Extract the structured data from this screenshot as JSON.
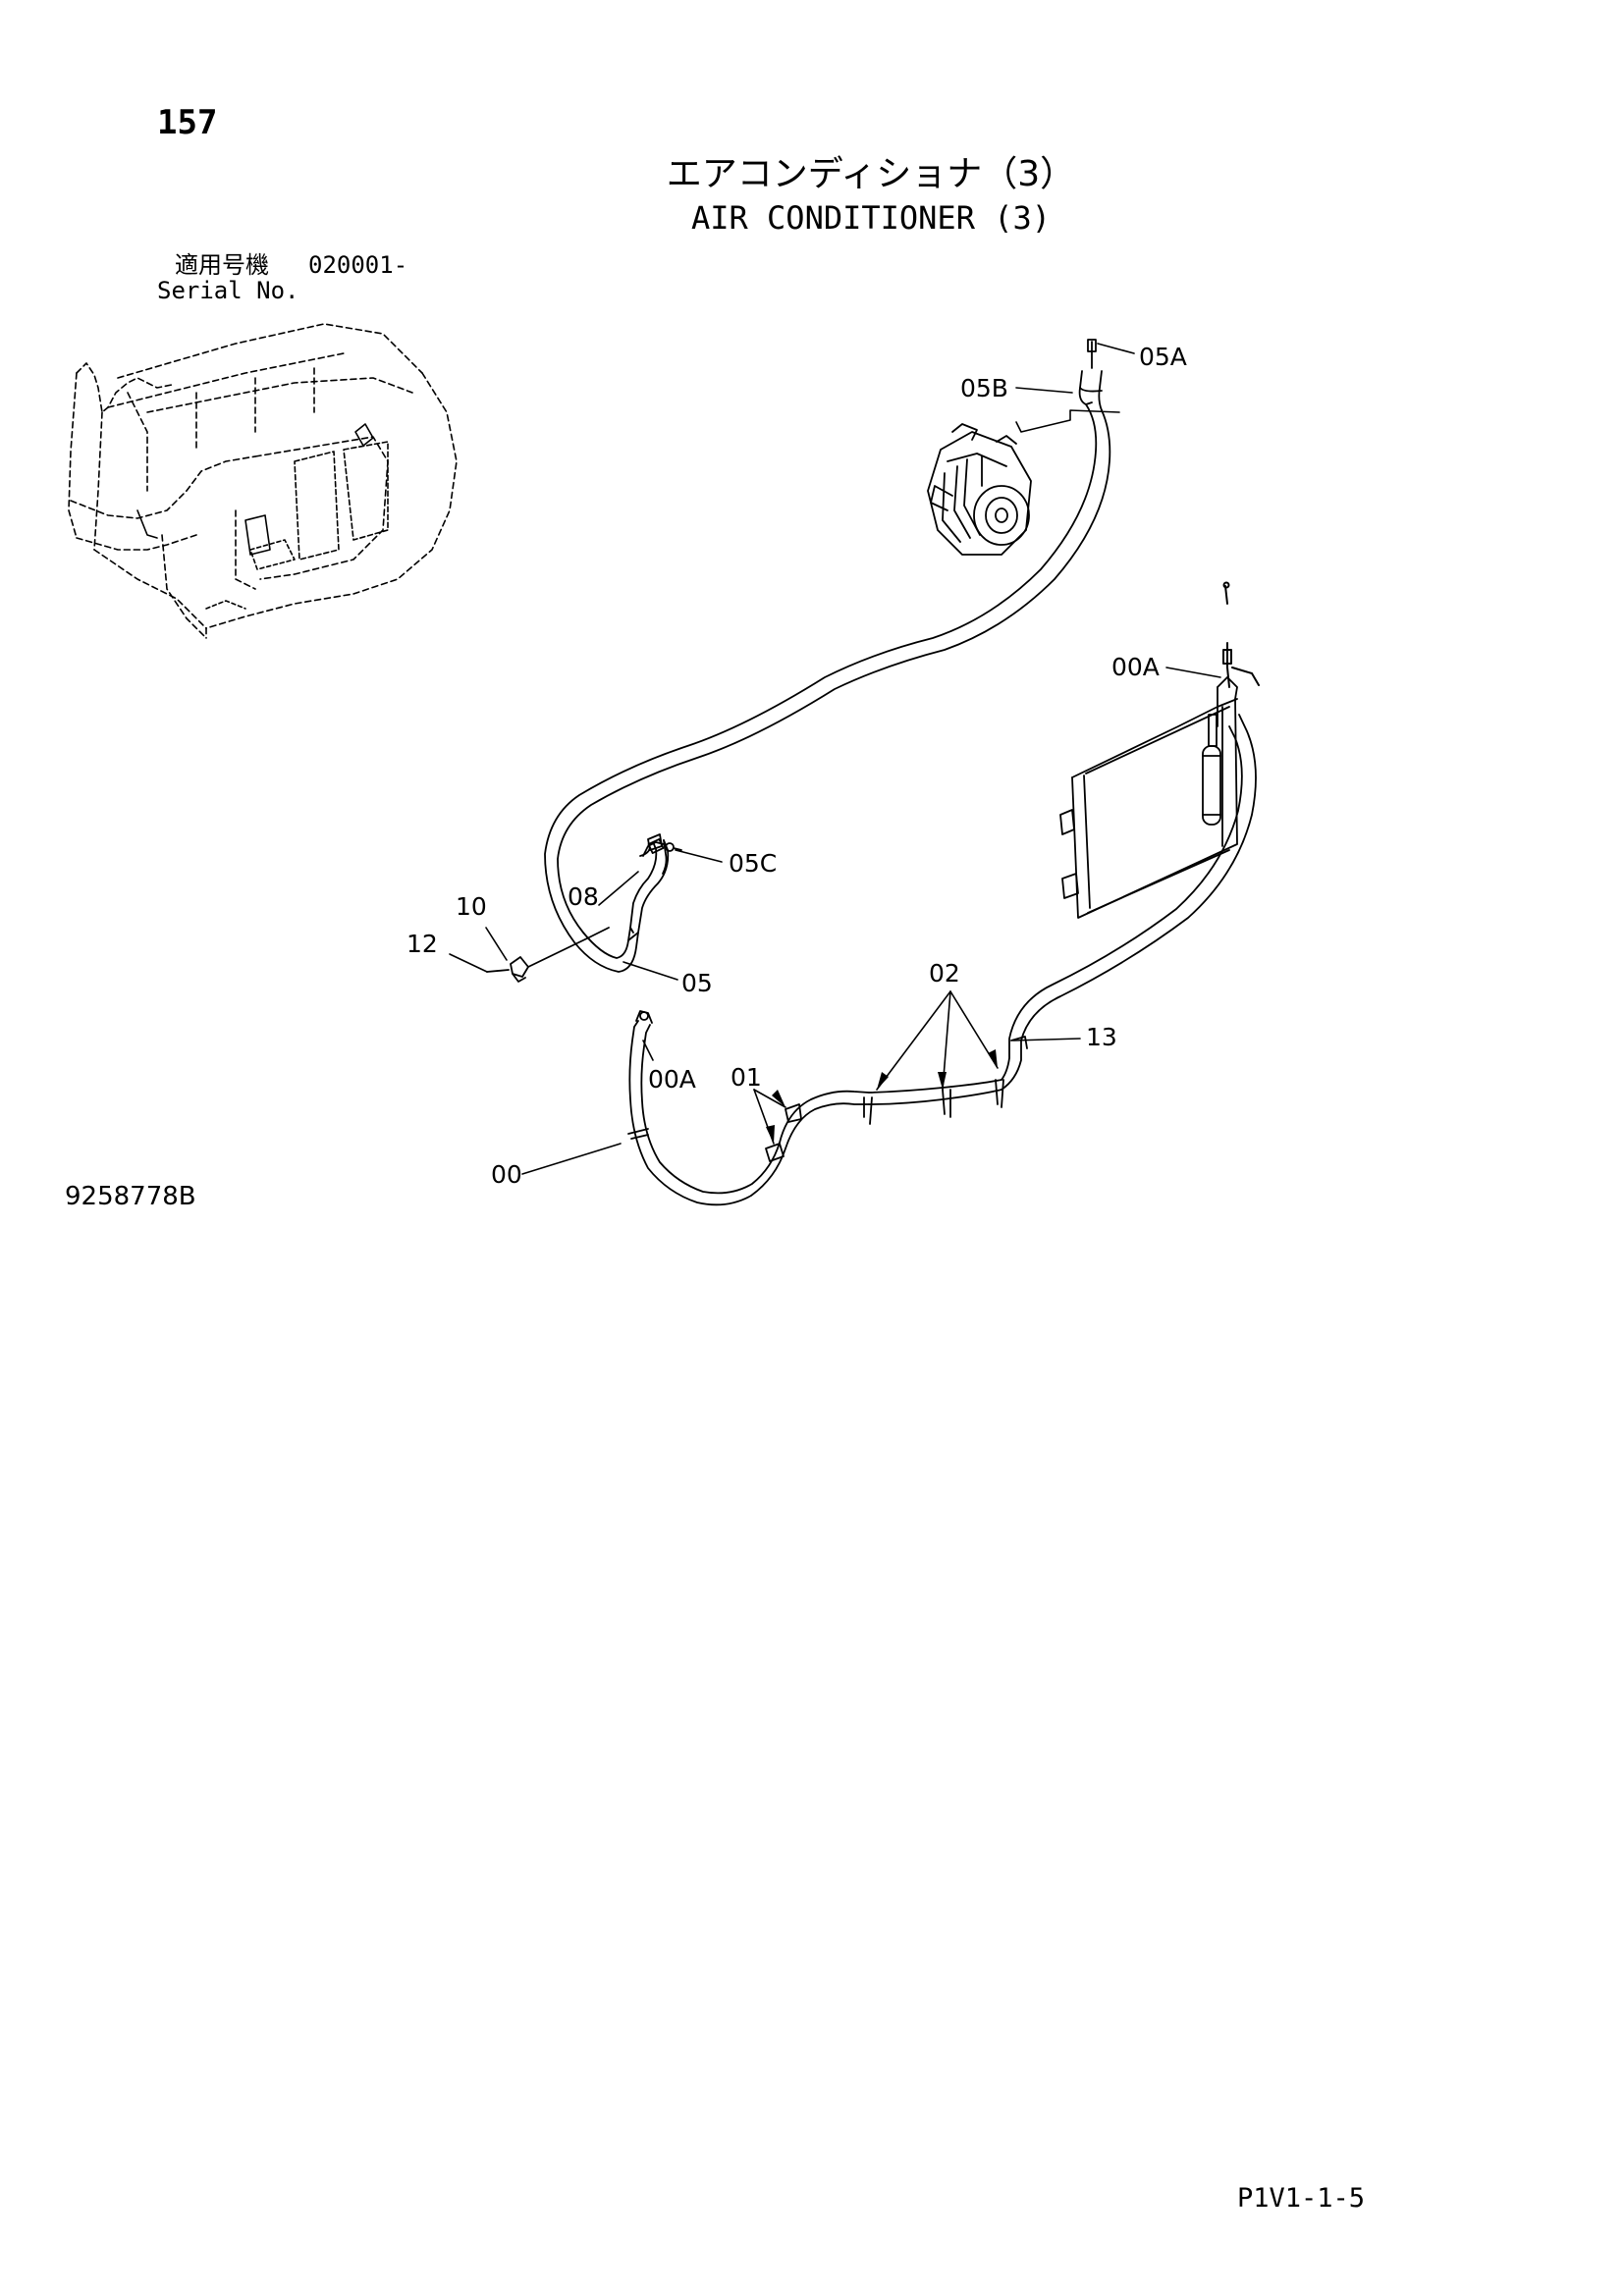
{
  "header": {
    "page_number": "157",
    "title_jp": "エアコンディショナ（3）",
    "title_en": "AIR CONDITIONER (3)",
    "serial_label_jp": "適用号機",
    "serial_range": "020001-",
    "serial_label_en": "Serial No."
  },
  "callouts": {
    "c05A": "05A",
    "c05B": "05B",
    "c00A_top": "00A",
    "c05C": "05C",
    "c08": "08",
    "c10": "10",
    "c12": "12",
    "c05": "05",
    "c02": "02",
    "c13": "13",
    "c00A_bottom": "00A",
    "c01": "01",
    "c00": "00"
  },
  "footer": {
    "drawing_number": "9258778B",
    "page_code": "P1V1-1-5"
  }
}
